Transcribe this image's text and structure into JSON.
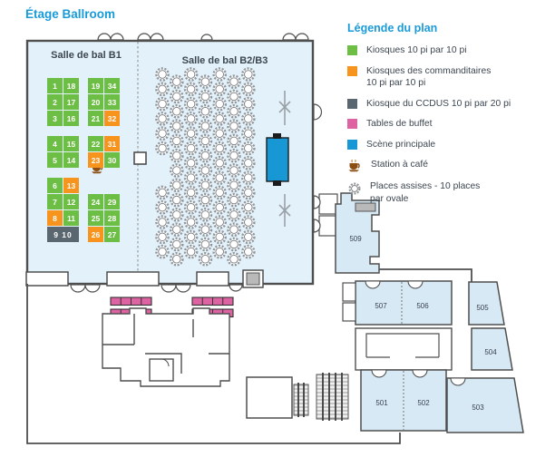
{
  "page_title": "Étage Ballroom",
  "ballrooms": {
    "b1_label": "Salle de bal B1",
    "b23_label": "Salle de bal B2/B3"
  },
  "legend": {
    "title": "Légende du plan",
    "items": [
      {
        "icon": "green-square",
        "label": "Kiosques 10 pi par 10 pi"
      },
      {
        "icon": "orange-square",
        "label": "Kiosques des commanditaires\n10 pi par 10 pi"
      },
      {
        "icon": "gray-square",
        "label": "Kiosque du CCDUS 10 pi par 20 pi"
      },
      {
        "icon": "pink-square",
        "label": "Tables de buffet"
      },
      {
        "icon": "blue-square",
        "label": "Scène principale"
      },
      {
        "icon": "coffee-icon",
        "label": "Station à café"
      },
      {
        "icon": "oval-table-icon",
        "label": "Places assises - 10 places\npar ovale"
      }
    ]
  },
  "kiosks": {
    "cells": [
      {
        "n": "1",
        "c": 0,
        "r": 0,
        "t": "k"
      },
      {
        "n": "18",
        "c": 1,
        "r": 0,
        "t": "k"
      },
      {
        "n": "19",
        "c": 2,
        "r": 0,
        "t": "k"
      },
      {
        "n": "34",
        "c": 3,
        "r": 0,
        "t": "k"
      },
      {
        "n": "2",
        "c": 0,
        "r": 1,
        "t": "k"
      },
      {
        "n": "17",
        "c": 1,
        "r": 1,
        "t": "k"
      },
      {
        "n": "20",
        "c": 2,
        "r": 1,
        "t": "k"
      },
      {
        "n": "33",
        "c": 3,
        "r": 1,
        "t": "k"
      },
      {
        "n": "3",
        "c": 0,
        "r": 2,
        "t": "k"
      },
      {
        "n": "16",
        "c": 1,
        "r": 2,
        "t": "k"
      },
      {
        "n": "21",
        "c": 2,
        "r": 2,
        "t": "k"
      },
      {
        "n": "32",
        "c": 3,
        "r": 2,
        "t": "s"
      },
      {
        "n": "4",
        "c": 0,
        "r": 3,
        "t": "k"
      },
      {
        "n": "15",
        "c": 1,
        "r": 3,
        "t": "k"
      },
      {
        "n": "22",
        "c": 2,
        "r": 3,
        "t": "k"
      },
      {
        "n": "31",
        "c": 3,
        "r": 3,
        "t": "s"
      },
      {
        "n": "5",
        "c": 0,
        "r": 4,
        "t": "k"
      },
      {
        "n": "14",
        "c": 1,
        "r": 4,
        "t": "k"
      },
      {
        "n": "23",
        "c": 2,
        "r": 4,
        "t": "s"
      },
      {
        "n": "30",
        "c": 3,
        "r": 4,
        "t": "k"
      },
      {
        "n": "6",
        "c": 0,
        "r": 5,
        "t": "k"
      },
      {
        "n": "13",
        "c": 1,
        "r": 5,
        "t": "s"
      },
      {
        "n": "7",
        "c": 0,
        "r": 6,
        "t": "k"
      },
      {
        "n": "12",
        "c": 1,
        "r": 6,
        "t": "k"
      },
      {
        "n": "24",
        "c": 2,
        "r": 6,
        "t": "k"
      },
      {
        "n": "29",
        "c": 3,
        "r": 6,
        "t": "k"
      },
      {
        "n": "8",
        "c": 0,
        "r": 7,
        "t": "s"
      },
      {
        "n": "11",
        "c": 1,
        "r": 7,
        "t": "k"
      },
      {
        "n": "25",
        "c": 2,
        "r": 7,
        "t": "k"
      },
      {
        "n": "28",
        "c": 3,
        "r": 7,
        "t": "k"
      },
      {
        "n": "9 10",
        "c": 0,
        "r": 8,
        "t": "c",
        "w": 2
      },
      {
        "n": "26",
        "c": 2,
        "r": 8,
        "t": "s"
      },
      {
        "n": "27",
        "c": 3,
        "r": 8,
        "t": "k"
      }
    ]
  },
  "seating": {
    "cols": 7,
    "rows": 13,
    "skip": [
      [
        0,
        6
      ],
      [
        0,
        7
      ]
    ]
  },
  "buffet": {
    "rows": 4,
    "sections_per_row": 4
  },
  "rooms": [
    {
      "number": "501"
    },
    {
      "number": "502"
    },
    {
      "number": "503"
    },
    {
      "number": "504"
    },
    {
      "number": "505"
    },
    {
      "number": "506"
    },
    {
      "number": "507"
    },
    {
      "number": "509"
    }
  ],
  "colors": {
    "accent": "#199bd8",
    "green": "#6cbe45",
    "orange": "#f7941e",
    "gray": "#5b6770",
    "pink": "#dd63a2",
    "stage": "#1798d5",
    "ballroom_fill": "#e3f1fa",
    "room_fill": "#d8e9f6",
    "wall": "#4f4f4f",
    "text": "#3c4650"
  }
}
